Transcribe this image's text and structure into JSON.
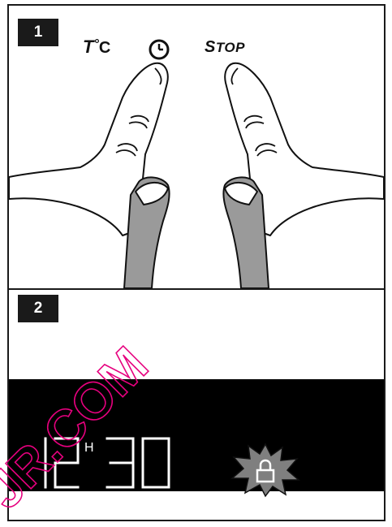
{
  "panels": {
    "step1": {
      "number": "1"
    },
    "step2": {
      "number": "2"
    }
  },
  "buttons": {
    "temperature_label": "T°C",
    "clock_icon": "clock-icon",
    "stop_label": "STOP"
  },
  "display": {
    "time_text": "12H30",
    "hours": "12",
    "hour_marker": "H",
    "minutes": "30",
    "lock_icon": "padlock-icon"
  },
  "watermark": {
    "text": "JR.COM",
    "color": "#e6007e"
  },
  "colors": {
    "ink": "#1a1a1a",
    "display_bg": "#000000",
    "skin": "#ffffff",
    "burst": "#7f7f7f"
  }
}
